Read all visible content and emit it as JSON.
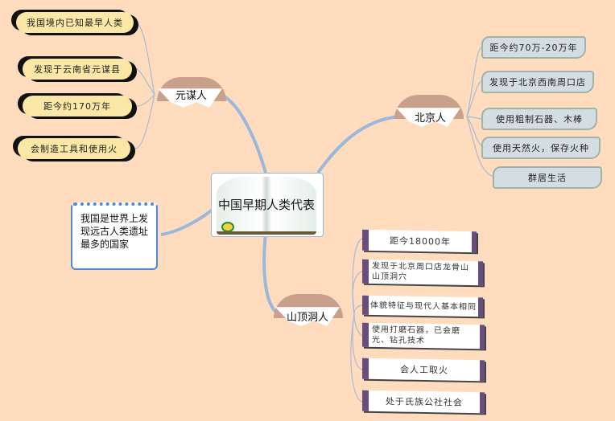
{
  "central": {
    "title": "中国早期人类代表"
  },
  "note": {
    "text": "我国是世界上发现远古人类遗址最多的国家"
  },
  "branches": {
    "yuanmou": {
      "label": "元谋人",
      "items": [
        "我国境内已知最早人类",
        "发现于云南省元谋县",
        "距今约170万年",
        "会制造工具和使用火"
      ]
    },
    "beijing": {
      "label": "北京人",
      "items": [
        "距今约70万-20万年",
        "发现于北京西南周口店",
        "使用粗制石器、木棒",
        "使用天然火，保存火种",
        "群居生活"
      ]
    },
    "shanding": {
      "label": "山顶洞人",
      "items": [
        "距今18000年",
        "发现于北京周口店龙骨山山顶洞穴",
        "体貌特征与现代人基本相同",
        "使用打磨石器，已会磨光、钻孔技术",
        "会人工取火",
        "处于氏族公社社会"
      ]
    }
  },
  "colors": {
    "background": "#fedcbd",
    "line": "#9ab8dc"
  }
}
